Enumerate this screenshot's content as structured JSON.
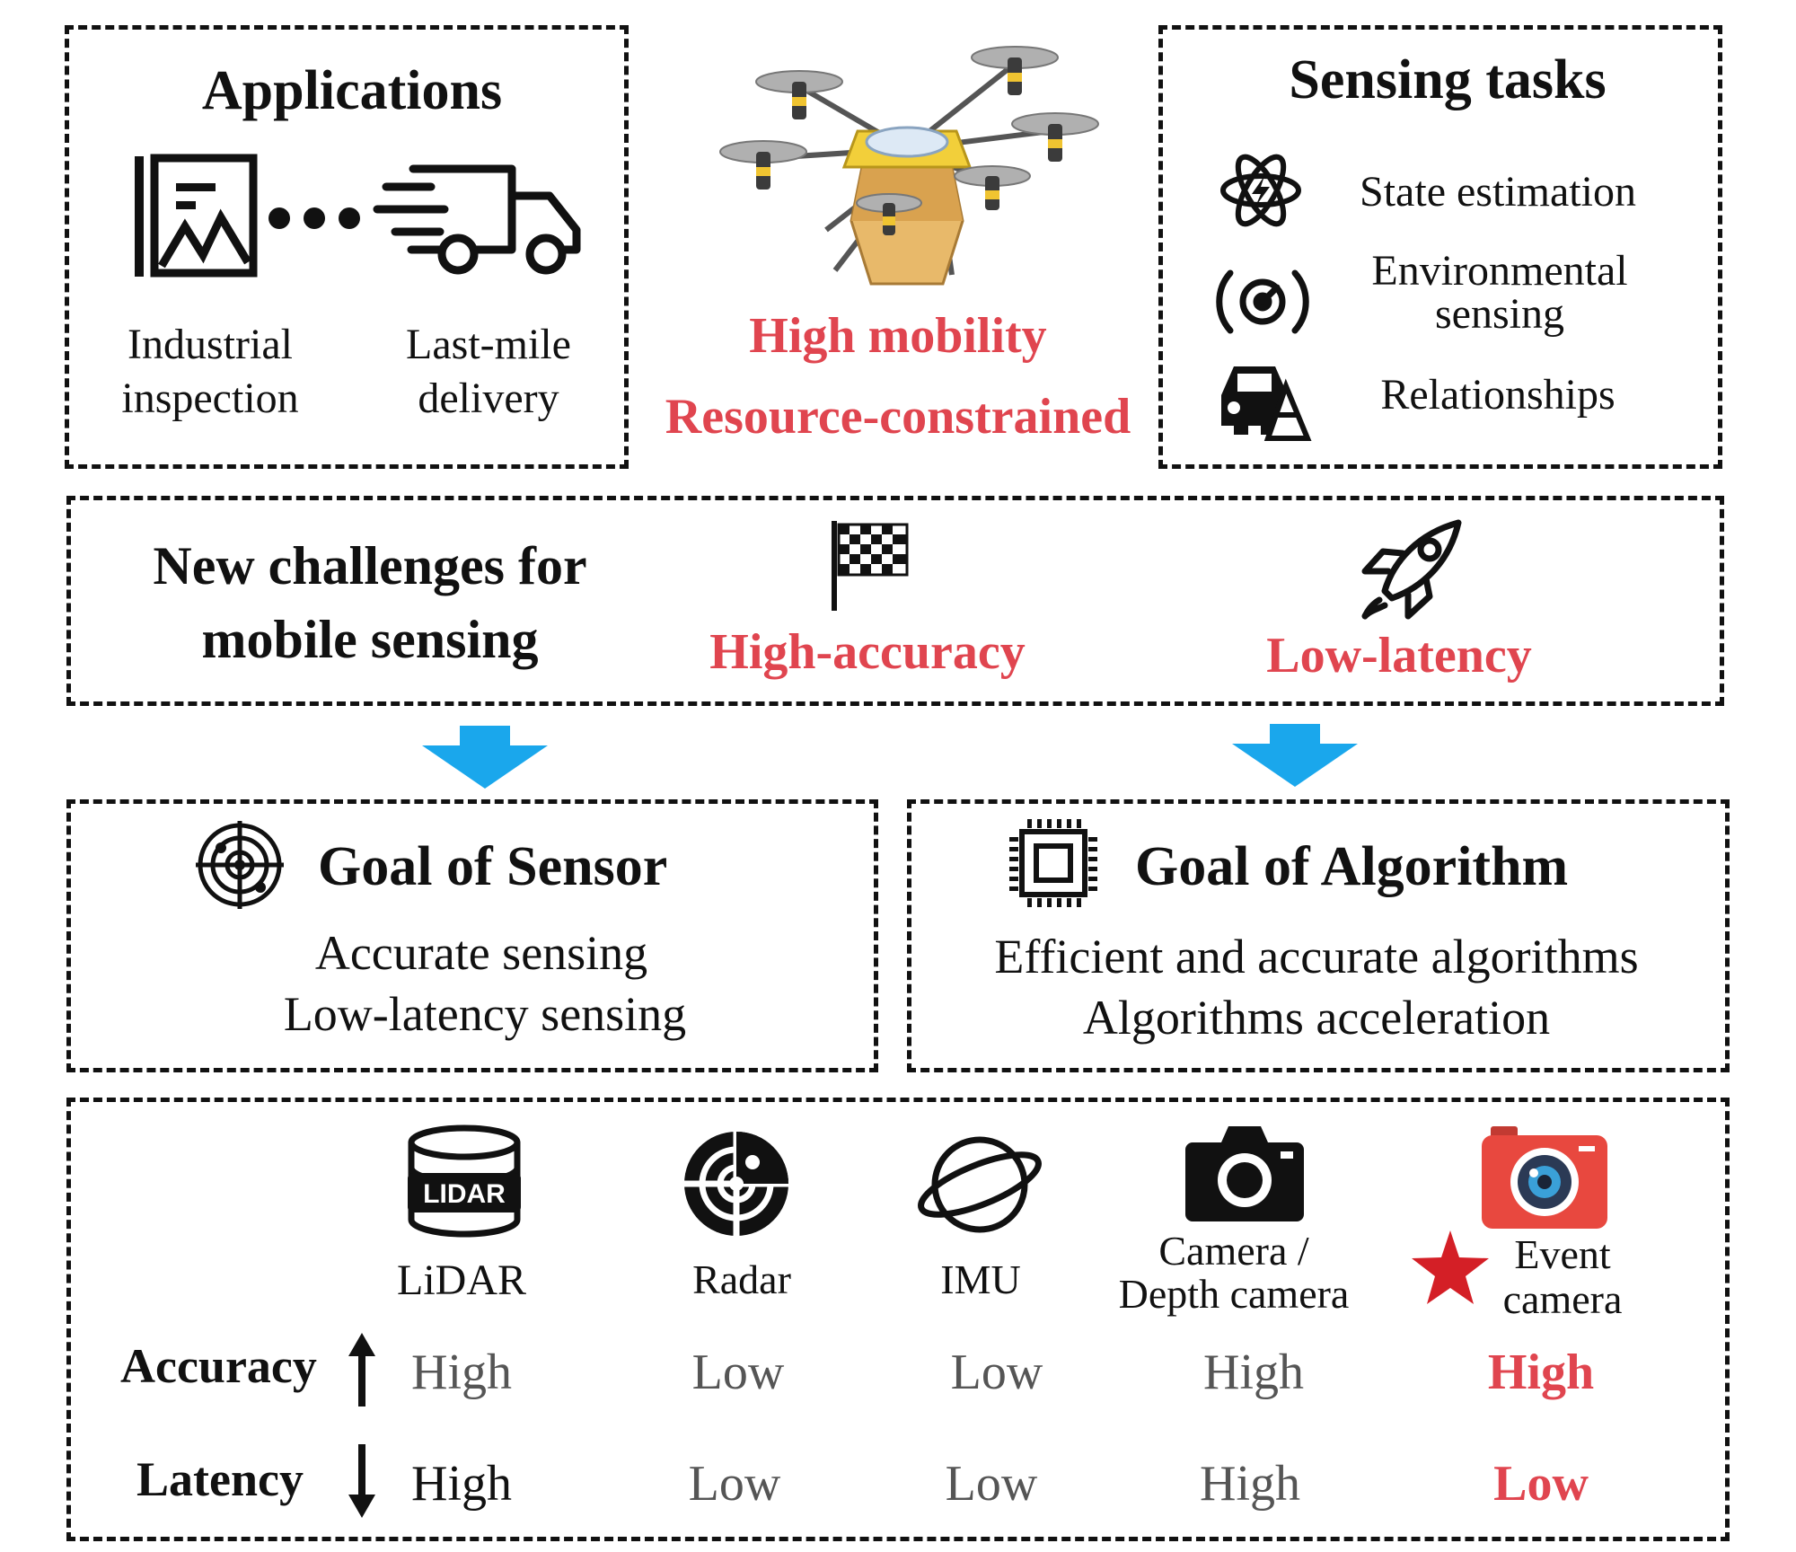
{
  "colors": {
    "accent_red": "#e0454f",
    "arrow_blue": "#1aa7ec",
    "value_gray": "#555555",
    "event_camera_red": "#e8483f",
    "star_red": "#d41f26"
  },
  "applications": {
    "title": "Applications",
    "icons": [
      "inspection-monitor-icon",
      "ellipsis-icon",
      "delivery-truck-icon"
    ],
    "items": [
      [
        "Industrial",
        "inspection"
      ],
      [
        "Last-mile",
        "delivery"
      ]
    ]
  },
  "drone": {
    "icon": "delivery-drone-icon",
    "traits": [
      "High mobility",
      "Resource-constrained"
    ]
  },
  "sensing_tasks": {
    "title": "Sensing tasks",
    "items": [
      {
        "icon": "atom-icon",
        "lines": [
          "State estimation"
        ]
      },
      {
        "icon": "radar-signal-icon",
        "lines": [
          "Environmental",
          "sensing"
        ]
      },
      {
        "icon": "car-cone-icon",
        "lines": [
          "Relationships"
        ]
      }
    ]
  },
  "challenges": {
    "title": [
      "New challenges for",
      "mobile sensing"
    ],
    "items": [
      {
        "icon": "checkered-flag-icon",
        "label": "High-accuracy"
      },
      {
        "icon": "rocket-icon",
        "label": "Low-latency"
      }
    ]
  },
  "goal_sensor": {
    "icon": "radar-scope-icon",
    "title": "Goal of Sensor",
    "lines": [
      "Accurate sensing",
      "Low-latency sensing"
    ]
  },
  "goal_algorithm": {
    "icon": "chip-icon",
    "title": "Goal of Algorithm",
    "lines": [
      "Efficient and accurate algorithms",
      "Algorithms acceleration"
    ]
  },
  "sensors": {
    "row_labels": [
      "Accuracy",
      "Latency"
    ],
    "row_arrows": [
      "arrow-up-icon",
      "arrow-down-icon"
    ],
    "columns": [
      {
        "icon": "lidar-icon",
        "icon_text": "LIDAR",
        "name": [
          "LiDAR"
        ],
        "accuracy": "High",
        "latency": "High"
      },
      {
        "icon": "radar-icon",
        "name": [
          "Radar"
        ],
        "accuracy": "Low",
        "latency": "Low"
      },
      {
        "icon": "imu-orbit-icon",
        "name": [
          "IMU"
        ],
        "accuracy": "Low",
        "latency": "Low"
      },
      {
        "icon": "camera-icon",
        "name": [
          "Camera /",
          "Depth camera"
        ],
        "accuracy": "High",
        "latency": "High"
      },
      {
        "icon": "event-camera-icon",
        "badge_icon": "star-icon",
        "name": [
          "Event",
          "camera"
        ],
        "accuracy": "High",
        "latency": "Low",
        "highlight": true
      }
    ]
  }
}
